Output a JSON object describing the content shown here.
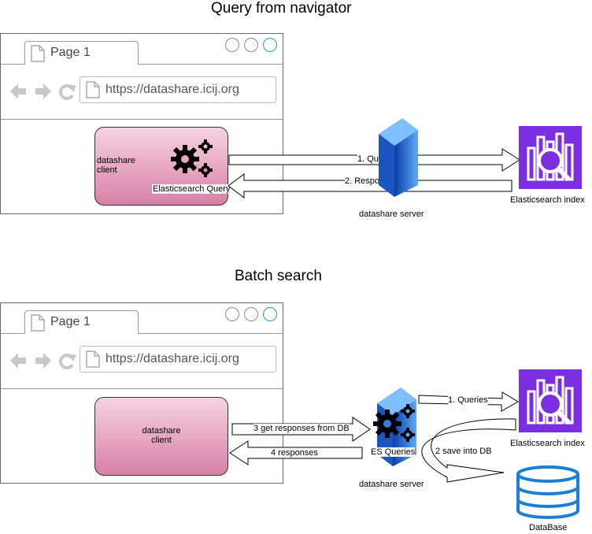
{
  "top": {
    "title": "Query from navigator",
    "tab_label": "Page 1",
    "url": "https://datashare.icij.org",
    "client_label": "datashare\nclient",
    "client_query_label": "Elasticsearch Query",
    "arrow1_label": "1. Query",
    "arrow2_label": "2. Response",
    "server_label": "datashare server",
    "es_label": "Elasticsearch index"
  },
  "bottom": {
    "title": "Batch search",
    "tab_label": "Page 1",
    "url": "https://datashare.icij.org",
    "client_label": "datashare\nclient",
    "arrow3_label": "3 get responses from DB",
    "arrow4_label": "4 responses",
    "server_queries_label": "ES Queries",
    "server_label": "datashare server",
    "arrow1_label": "1. Queries",
    "arrow2_label": "2 save into DB",
    "es_label": "Elasticsearch index",
    "db_label": "DataBase"
  },
  "colors": {
    "es_icon": "#7b2fe0",
    "server_blue": "#1f6fd0",
    "client_pink_light": "#f5d3e2",
    "client_pink_dark": "#d77fa6",
    "db_blue": "#1a7fd6",
    "circle_blue": "#2b8fe0"
  }
}
